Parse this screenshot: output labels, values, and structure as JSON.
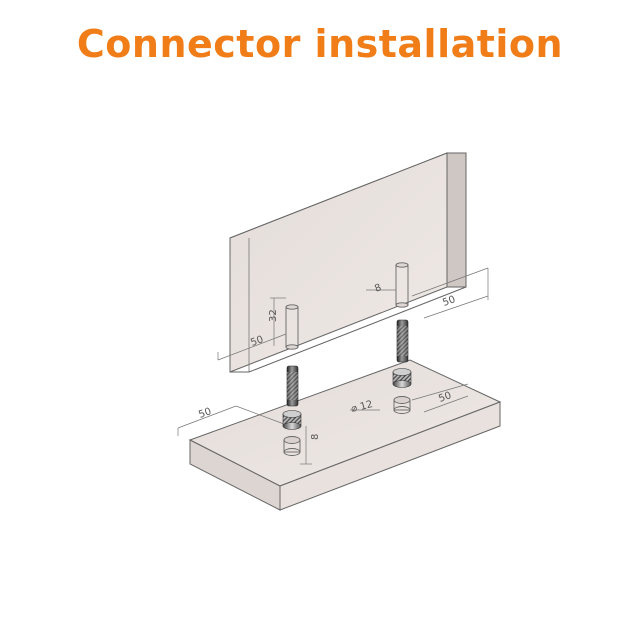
{
  "title": "Connector installation",
  "colors": {
    "title": "#f07d17",
    "board_face": "#e6dfdb",
    "board_edge": "#555555",
    "dimension_line": "#666666"
  },
  "dimensions": {
    "upper_left_edge": "50",
    "upper_hole_depth": "32",
    "upper_hole_dia": "8",
    "upper_right_edge": "50",
    "lower_left_edge": "50",
    "lower_hole_depth": "8",
    "lower_hole_dia": "12",
    "lower_right_edge": "50"
  }
}
